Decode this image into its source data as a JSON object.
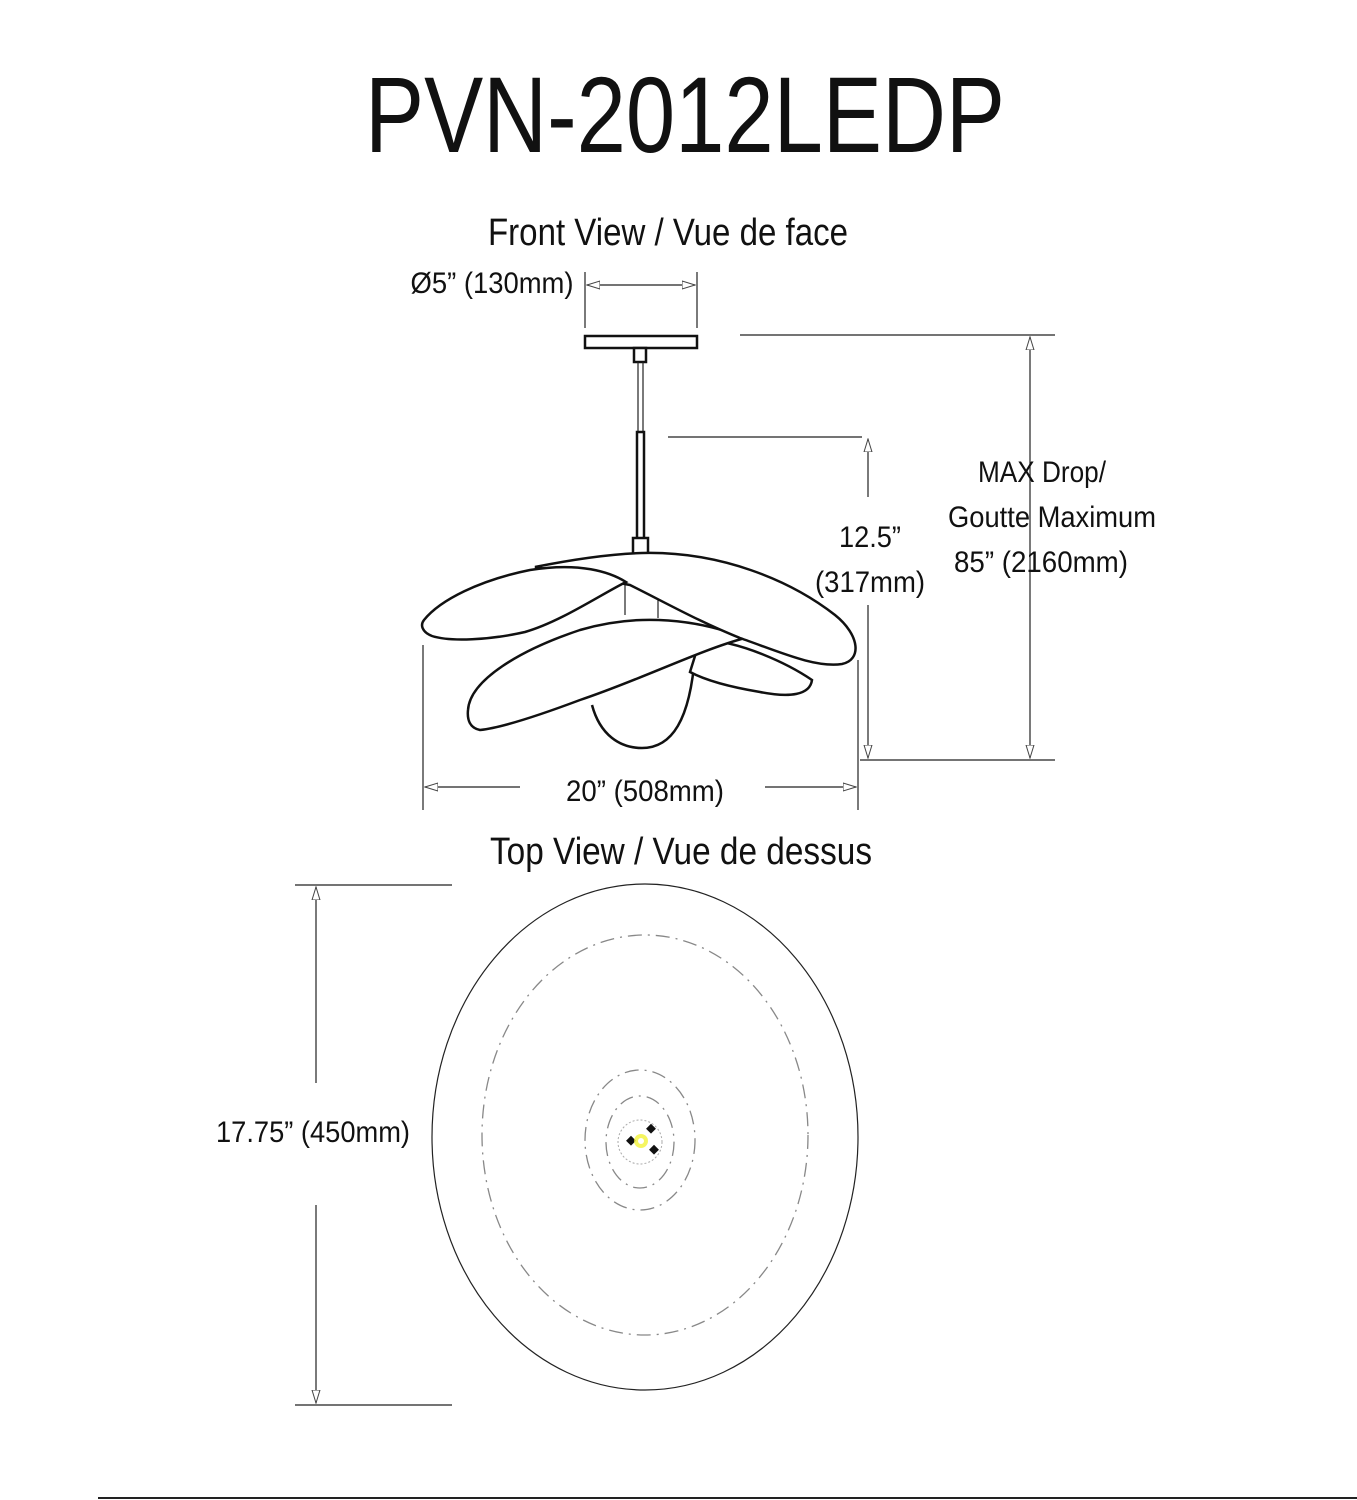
{
  "title": "PVN-2012LEDP",
  "front_view": {
    "label": "Front View / Vue de face",
    "canopy_diameter": "Ø5” (130mm)",
    "shade_height_in": "12.5”",
    "shade_height_mm": "(317mm)",
    "max_drop_line1": "MAX Drop/",
    "max_drop_line2": "Goutte Maximum",
    "max_drop_value": "85” (2160mm)",
    "width": "20” (508mm)"
  },
  "top_view": {
    "label": "Top View / Vue de dessus",
    "depth": "17.75” (450mm)"
  },
  "colors": {
    "line": "#111111",
    "led": "#f2f23a"
  }
}
